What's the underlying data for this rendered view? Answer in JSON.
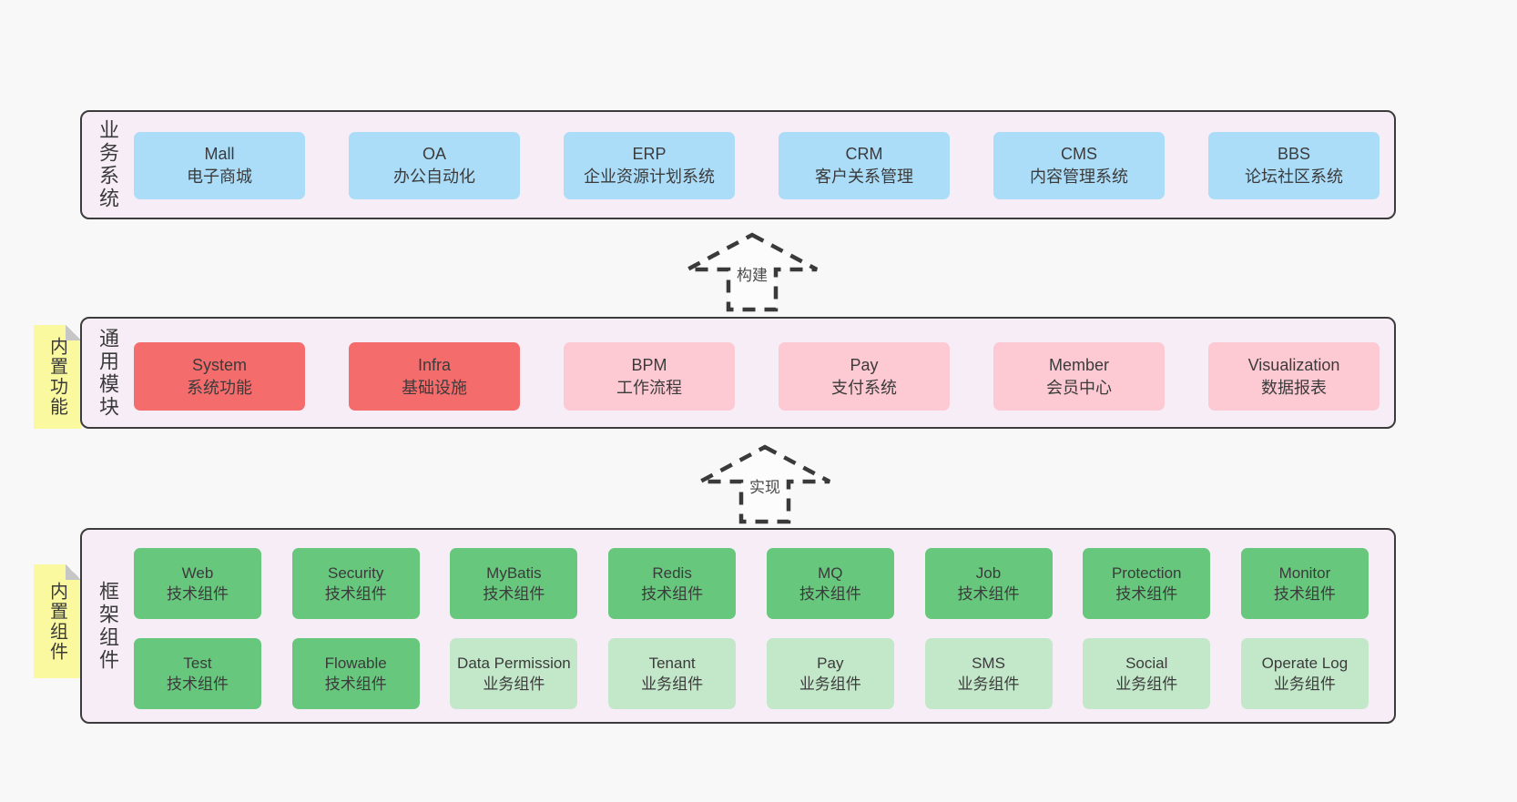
{
  "colors": {
    "background": "#f8f8f8",
    "band_fill": "#f7edf6",
    "band_border": "#3c3c3c",
    "blue_box": "#abdcf8",
    "red_box": "#f56c6c",
    "pink_box": "#fdc9d2",
    "green_box": "#66c77d",
    "light_green_box": "#c3e7c9",
    "sticky_yellow": "#fbf99f",
    "text": "#3b3b3b"
  },
  "bands": [
    {
      "label": "业务系统",
      "items": [
        {
          "name": "Mall",
          "subtitle": "电子商城"
        },
        {
          "name": "OA",
          "subtitle": "办公自动化"
        },
        {
          "name": "ERP",
          "subtitle": "企业资源计划系统"
        },
        {
          "name": "CRM",
          "subtitle": "客户关系管理"
        },
        {
          "name": "CMS",
          "subtitle": "内容管理系统"
        },
        {
          "name": "BBS",
          "subtitle": "论坛社区系统"
        }
      ]
    },
    {
      "label": "通用模块",
      "sticky": "内置功能",
      "items": [
        {
          "name": "System",
          "subtitle": "系统功能"
        },
        {
          "name": "Infra",
          "subtitle": "基础设施"
        },
        {
          "name": "BPM",
          "subtitle": "工作流程"
        },
        {
          "name": "Pay",
          "subtitle": "支付系统"
        },
        {
          "name": "Member",
          "subtitle": "会员中心"
        },
        {
          "name": "Visualization",
          "subtitle": "数据报表"
        }
      ]
    },
    {
      "label": "框架组件",
      "sticky": "内置组件",
      "rows": [
        [
          {
            "name": "Web",
            "subtitle": "技术组件"
          },
          {
            "name": "Security",
            "subtitle": "技术组件"
          },
          {
            "name": "MyBatis",
            "subtitle": "技术组件"
          },
          {
            "name": "Redis",
            "subtitle": "技术组件"
          },
          {
            "name": "MQ",
            "subtitle": "技术组件"
          },
          {
            "name": "Job",
            "subtitle": "技术组件"
          },
          {
            "name": "Protection",
            "subtitle": "技术组件"
          },
          {
            "name": "Monitor",
            "subtitle": "技术组件"
          }
        ],
        [
          {
            "name": "Test",
            "subtitle": "技术组件"
          },
          {
            "name": "Flowable",
            "subtitle": "技术组件"
          },
          {
            "name": "Data Permission",
            "subtitle": "业务组件"
          },
          {
            "name": "Tenant",
            "subtitle": "业务组件"
          },
          {
            "name": "Pay",
            "subtitle": "业务组件"
          },
          {
            "name": "SMS",
            "subtitle": "业务组件"
          },
          {
            "name": "Social",
            "subtitle": "业务组件"
          },
          {
            "name": "Operate Log",
            "subtitle": "业务组件"
          }
        ]
      ]
    }
  ],
  "arrows": [
    {
      "label": "构建"
    },
    {
      "label": "实现"
    }
  ]
}
